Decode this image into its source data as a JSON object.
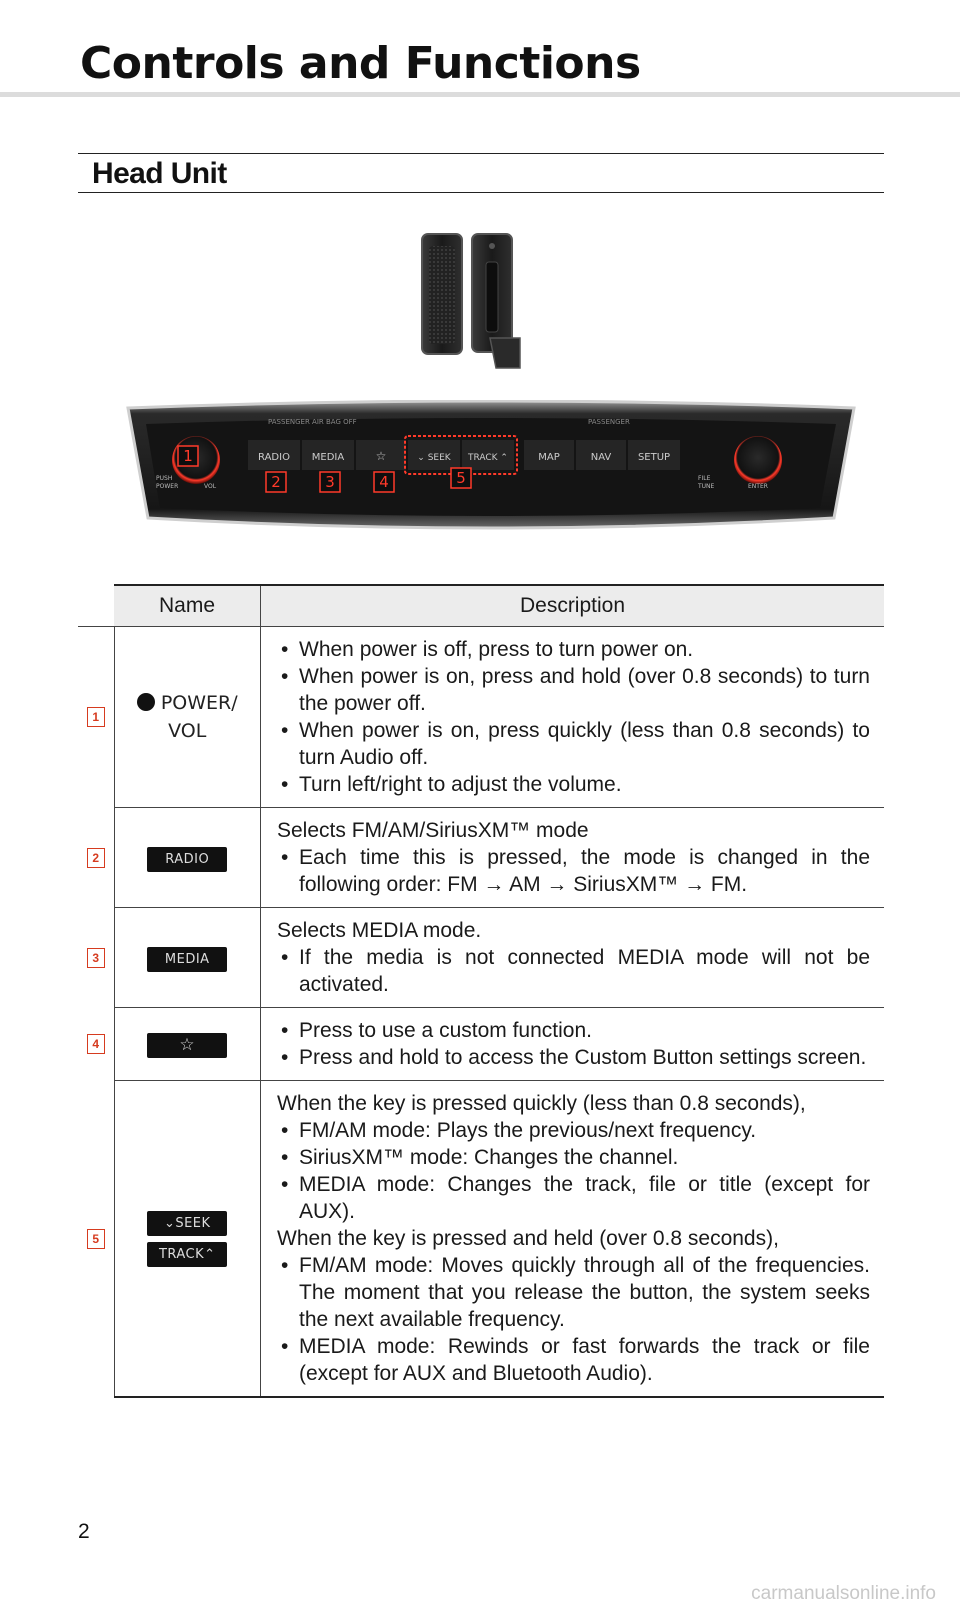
{
  "page": {
    "title": "Controls and Functions",
    "section": "Head Unit",
    "page_number": "2",
    "footer_mark": "carmanualsonline.info"
  },
  "panel": {
    "buttons": [
      "RADIO",
      "MEDIA",
      "☆",
      "⌄ SEEK",
      "TRACK ⌃",
      "MAP",
      "NAV",
      "SETUP"
    ],
    "left_labels": [
      "PUSH",
      "POWER",
      "VOL"
    ],
    "right_labels": [
      "FILE",
      "TUNE",
      "ENTER"
    ],
    "banner": "PASSENGER AIR BAG OFF",
    "banner_right": "PASSENGER",
    "callouts": [
      "1",
      "2",
      "3",
      "4",
      "5"
    ]
  },
  "table": {
    "headers": {
      "name": "Name",
      "description": "Description"
    },
    "rows": [
      {
        "num": "1",
        "name": [
          "POWER/",
          "VOL"
        ],
        "lines": [],
        "bullets": [
          "When power is off, press to turn power on.",
          "When power is on, press and hold (over 0.8 seconds) to turn the power off.",
          "When power is on, press quickly (less than 0.8 seconds) to turn Audio off.",
          "Turn left/right to adjust the volume."
        ]
      },
      {
        "num": "2",
        "key": "RADIO",
        "intro": "Selects FM/AM/SiriusXM™ mode",
        "bullets": [
          "Each time this is pressed, the mode is changed in the following order: FM → AM → SiriusXM™ → FM."
        ]
      },
      {
        "num": "3",
        "key": "MEDIA",
        "intro": "Selects MEDIA mode.",
        "bullets": [
          "If the media is not connected MEDIA mode will not be activated."
        ]
      },
      {
        "num": "4",
        "key": "☆",
        "bullets": [
          "Press to use a custom function.",
          "Press and hold to access the Custom Button settings screen."
        ]
      },
      {
        "num": "5",
        "keys": [
          "⌄SEEK",
          "TRACK⌃"
        ],
        "intro": "When the key is pressed quickly (less than 0.8 seconds),",
        "bullets": [
          "FM/AM mode: Plays the previous/next frequency.",
          "SiriusXM™ mode: Changes the channel.",
          "MEDIA mode: Changes the track, file or title (except for AUX)."
        ],
        "intro2": "When the key is pressed and held (over 0.8 seconds),",
        "bullets2": [
          "FM/AM mode: Moves quickly through all of the frequencies. The moment that you release the button, the system seeks the next available frequency.",
          "MEDIA mode: Rewinds or fast forwards the track or file (except for AUX and Bluetooth Audio)."
        ]
      }
    ]
  },
  "colors": {
    "callout": "#d63b1f",
    "panel": "#1b1b1b",
    "header_bg": "#ececec"
  }
}
